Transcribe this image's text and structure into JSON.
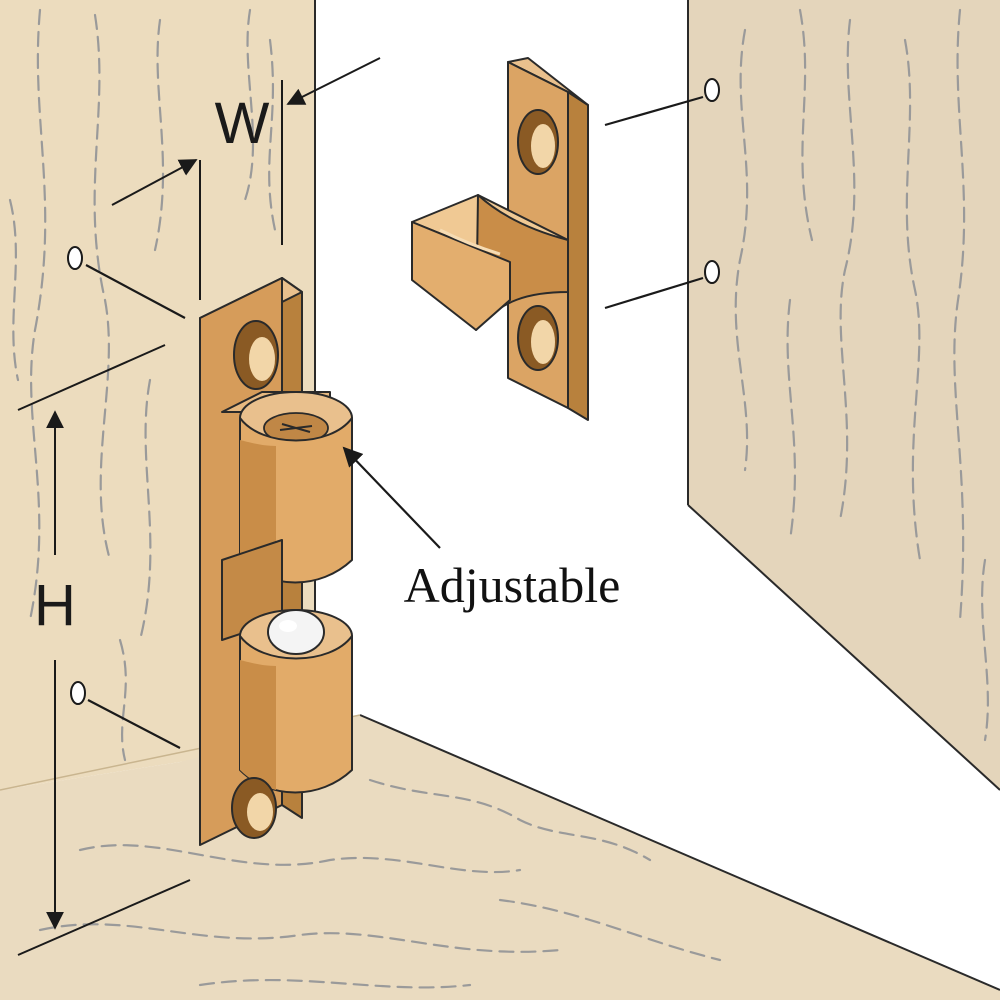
{
  "labels": {
    "width": "W",
    "height": "H",
    "adjustable": "Adjustable"
  },
  "colors": {
    "wood": "#ecdcbe",
    "wood_dark": "#dcc8a8",
    "floor": "#eadbc0",
    "brass_light": "#e7b980",
    "brass_mid": "#d59e5c",
    "brass_dark": "#b8813d",
    "hole": "#8a5a24",
    "roller_ball": "#f4f4f4",
    "outline": "#2a2a2a"
  }
}
